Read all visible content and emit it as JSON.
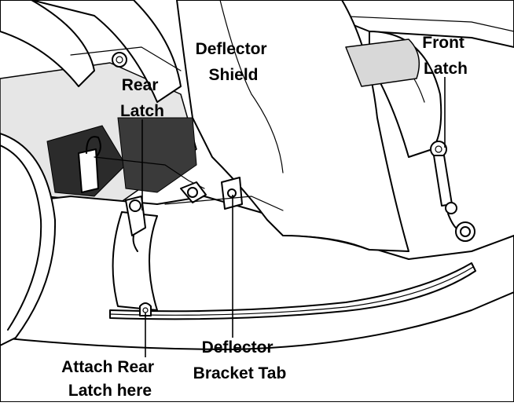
{
  "labels": {
    "deflector_shield": [
      "Deflector",
      "Shield"
    ],
    "front_latch": [
      "Front",
      "Latch"
    ],
    "rear_latch": [
      "Rear",
      "Latch"
    ],
    "deflector_bracket_tab": [
      "Deflector",
      "Bracket Tab"
    ],
    "attach_rear_latch": [
      "Attach Rear",
      "Latch here"
    ]
  }
}
